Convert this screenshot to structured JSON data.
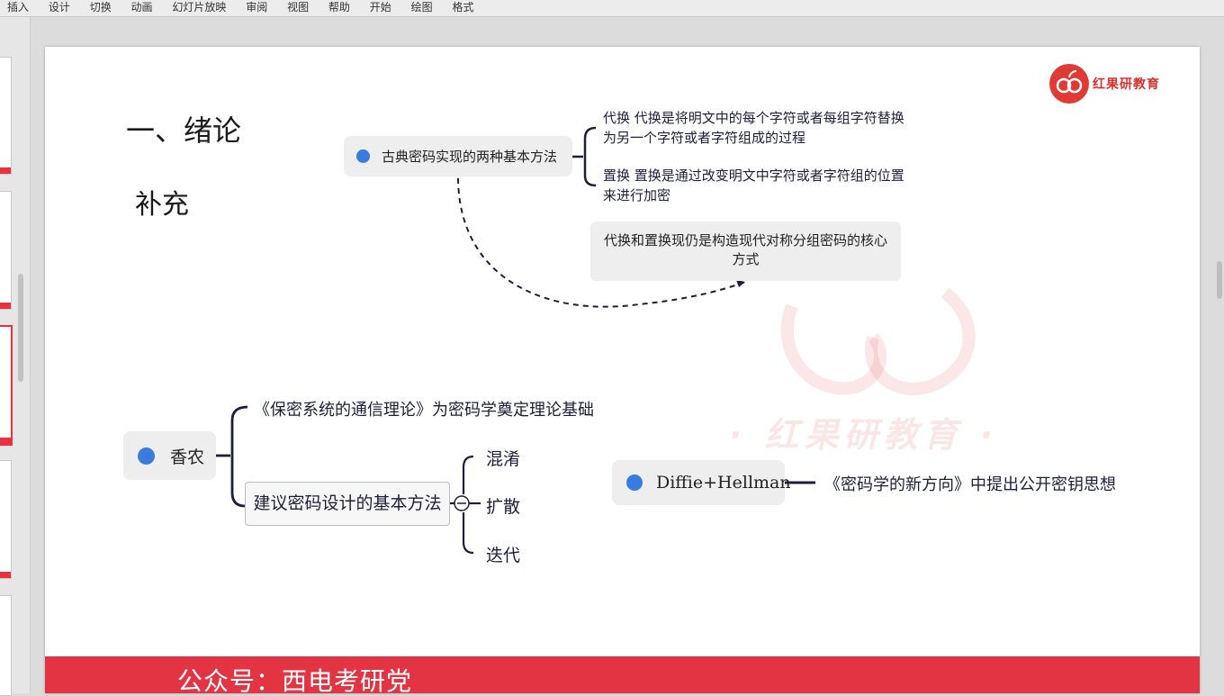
{
  "toolbar": {
    "items": [
      "插入",
      "设计",
      "切换",
      "动画",
      "幻灯片放映",
      "审阅",
      "视图",
      "帮助",
      "开始",
      "绘图",
      "格式"
    ]
  },
  "brand": {
    "logo_text": "红果研教育",
    "watermark_text": "· 红果研教育 ·",
    "footer_text": "公众号：西电考研党",
    "accent_color": "#e23443",
    "dot_color": "#3a7be0"
  },
  "slide": {
    "title": "一、绪论",
    "subtitle": "补充",
    "classical": {
      "label": "古典密码实现的两种基本方法",
      "substitution": "代换 代换是将明文中的每个字符或者每组字符替换为另一个字符或者字符组成的过程",
      "transposition": "置换  置换是通过改变明文中字符或者字符组的位置来进行加密",
      "core_note": "代换和置换现仍是构造现代对称分组密码的核心方式"
    },
    "shannon": {
      "label": "香农",
      "theory": "《保密系统的通信理论》为密码学奠定理论基础",
      "method": "建议密码设计的基本方法",
      "methods": [
        "混淆",
        "扩散",
        "迭代"
      ]
    },
    "diffie": {
      "label": "Diffie+Hellman",
      "desc": "《密码学的新方向》中提出公开密钥思想"
    }
  }
}
